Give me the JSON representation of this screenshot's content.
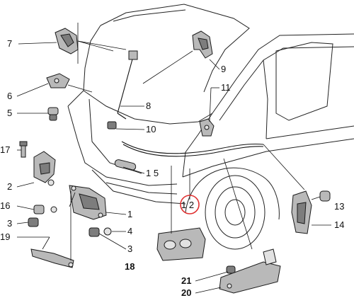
{
  "diagram": {
    "callouts": {
      "n1": "1",
      "n2": "2",
      "n3a": "3",
      "n3b": "3",
      "n4": "4",
      "n5": "5",
      "n6": "6",
      "n7": "7",
      "n8": "8",
      "n9": "9",
      "n10": "10",
      "n11": "11",
      "n12": "1 2",
      "n13": "13",
      "n14": "14",
      "n15": "1 5",
      "n16": "16",
      "n17": "17",
      "n18": "18",
      "n19": "19",
      "n20": "20",
      "n21": "21"
    },
    "highlight_color": "#e03030"
  }
}
